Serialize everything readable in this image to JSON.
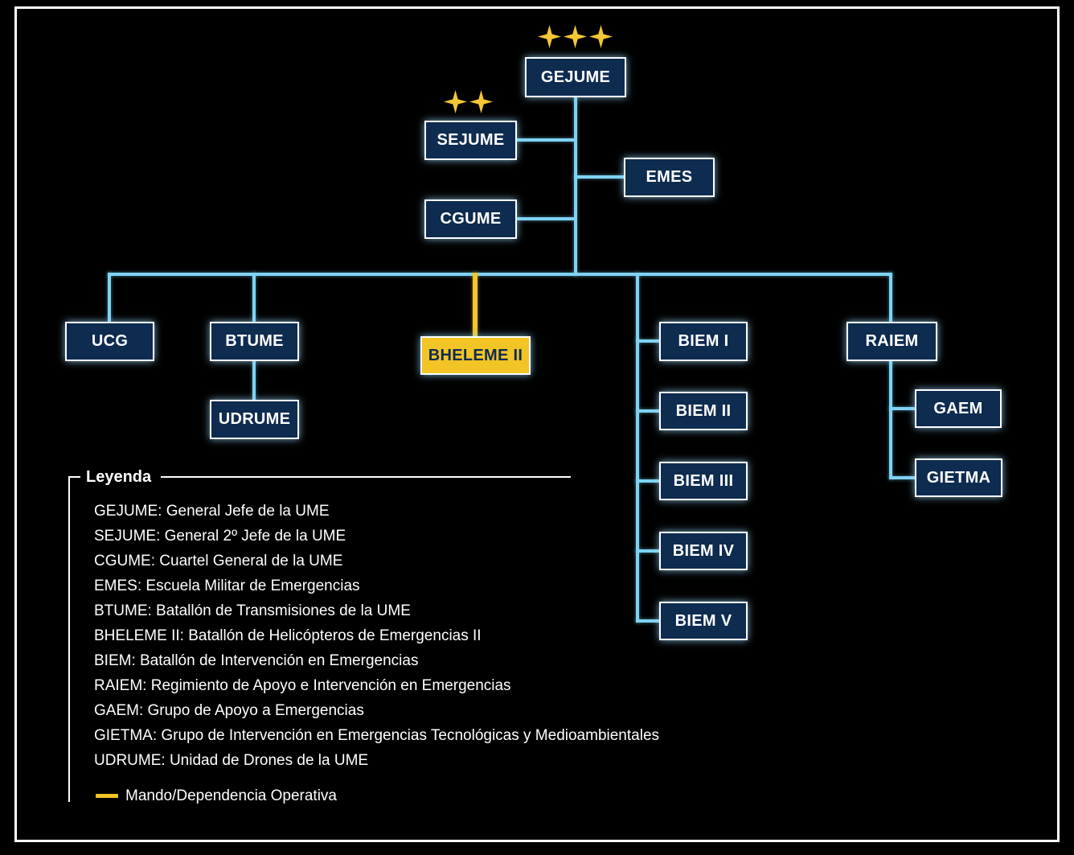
{
  "colors": {
    "background": "#000000",
    "node_fill": "#0e2b50",
    "node_border": "#ffffff",
    "node_text": "#ffffff",
    "connector_blue": "#7ed3f4",
    "operational_gold": "#f3c425",
    "star_gold": "#f5c636",
    "highlight_node_fill": "#f3c425",
    "highlight_node_text": "#0e2b50"
  },
  "nodes": {
    "gejume": {
      "label": "GEJUME",
      "stars": 3
    },
    "sejume": {
      "label": "SEJUME",
      "stars": 2
    },
    "cgume": {
      "label": "CGUME"
    },
    "emes": {
      "label": "EMES"
    },
    "ucg": {
      "label": "UCG"
    },
    "btume": {
      "label": "BTUME"
    },
    "udrume": {
      "label": "UDRUME"
    },
    "bheleme_ii": {
      "label": "BHELEME II"
    },
    "biem_i": {
      "label": "BIEM I"
    },
    "biem_ii": {
      "label": "BIEM II"
    },
    "biem_iii": {
      "label": "BIEM III"
    },
    "biem_iv": {
      "label": "BIEM IV"
    },
    "biem_v": {
      "label": "BIEM V"
    },
    "raiem": {
      "label": "RAIEM"
    },
    "gaem": {
      "label": "GAEM"
    },
    "gietma": {
      "label": "GIETMA"
    }
  },
  "legend": {
    "title": "Leyenda",
    "entries": [
      "GEJUME: General Jefe de la UME",
      "SEJUME: General 2º Jefe de la UME",
      "CGUME: Cuartel General de la UME",
      "EMES: Escuela Militar de Emergencias",
      "BTUME: Batallón de Transmisiones de la UME",
      "BHELEME II: Batallón de Helicópteros de Emergencias II",
      "BIEM: Batallón de Intervención en Emergencias",
      "RAIEM: Regimiento de Apoyo e Intervención en Emergencias",
      "GAEM: Grupo de Apoyo a Emergencias",
      "GIETMA: Grupo de Intervención en Emergencias Tecnológicas y Medioambientales",
      "UDRUME: Unidad de Drones de la UME"
    ],
    "operational_key_label": "Mando/Dependencia Operativa"
  }
}
